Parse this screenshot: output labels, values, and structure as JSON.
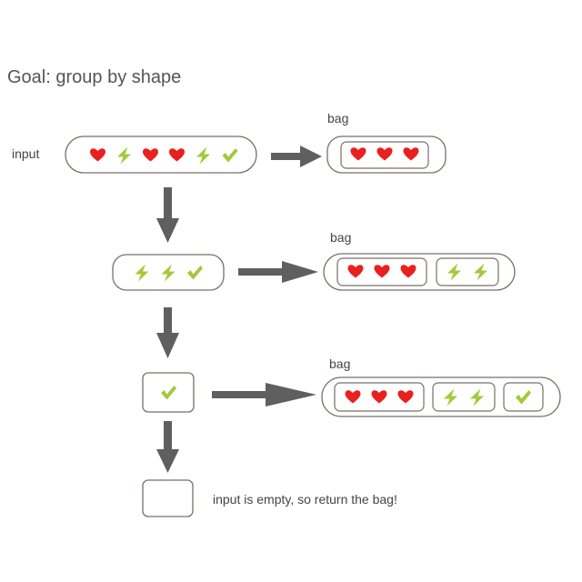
{
  "title": "Goal: group by shape",
  "input_label": "input",
  "bag_label": "bag",
  "empty_message": "input is empty, so return the bag!",
  "icons": {
    "heart": {
      "name": "heart-icon",
      "color": "#e8201e"
    },
    "lightning": {
      "name": "lightning-icon",
      "color": "#a3c93a"
    },
    "check": {
      "name": "check-icon",
      "color": "#a3c93a"
    }
  },
  "steps": [
    {
      "input": [
        "heart",
        "lightning",
        "heart",
        "heart",
        "lightning",
        "check"
      ],
      "bag": [
        [
          "heart",
          "heart",
          "heart"
        ]
      ]
    },
    {
      "input": [
        "lightning",
        "lightning",
        "check"
      ],
      "bag": [
        [
          "heart",
          "heart",
          "heart"
        ],
        [
          "lightning",
          "lightning"
        ]
      ]
    },
    {
      "input": [
        "check"
      ],
      "bag": [
        [
          "heart",
          "heart",
          "heart"
        ],
        [
          "lightning",
          "lightning"
        ],
        [
          "check"
        ]
      ]
    },
    {
      "input": [],
      "bag": []
    }
  ]
}
